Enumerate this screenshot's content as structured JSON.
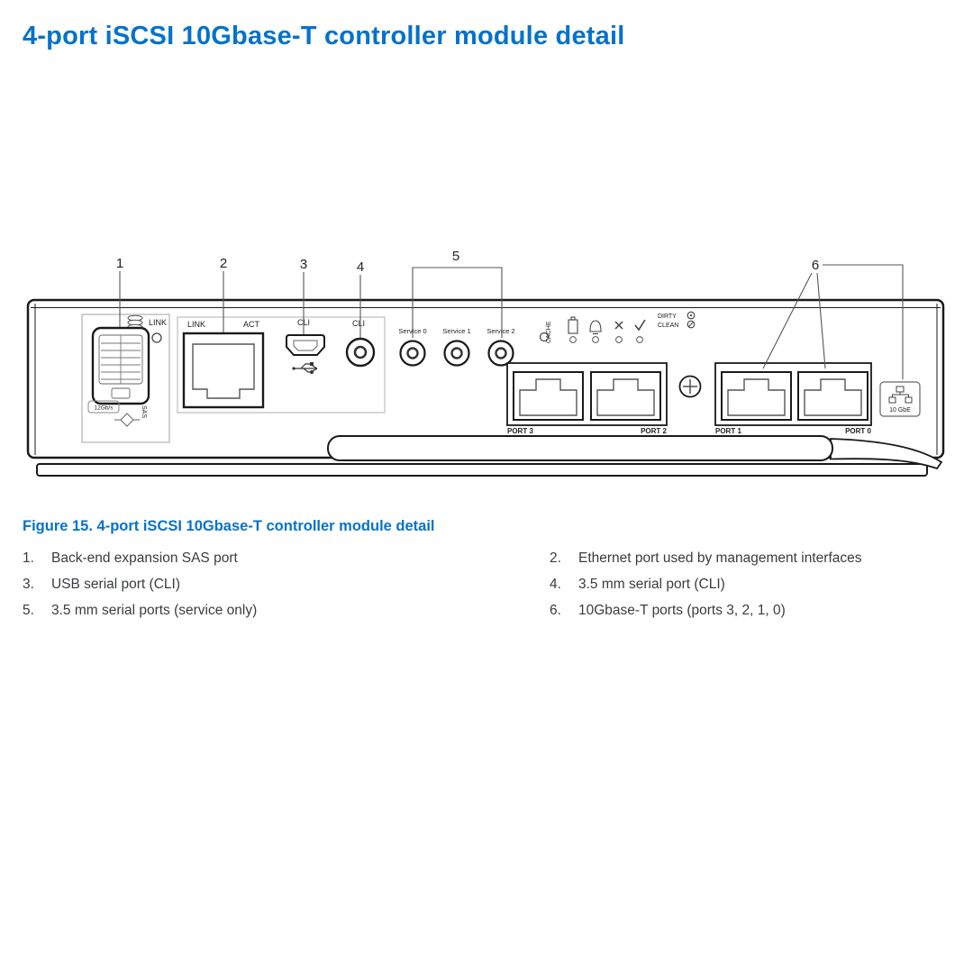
{
  "colors": {
    "accent": "#0672CB",
    "line": "#1a1a1a"
  },
  "page": {
    "title": "4-port iSCSI 10Gbase-T controller module detail"
  },
  "figure": {
    "caption": "Figure 15. 4-port iSCSI 10Gbase-T controller module detail"
  },
  "diagram": {
    "callouts": [
      "1",
      "2",
      "3",
      "4",
      "5",
      "6"
    ],
    "labels": {
      "sas_link": "LINK",
      "sas_speed": "12Gb/s",
      "sas_text": "SAS",
      "eth_link": "LINK",
      "eth_act": "ACT",
      "usb_cli": "CLI",
      "serial_cli": "CLI",
      "service_ports": [
        "Service 0",
        "Service 1",
        "Service 2"
      ],
      "cache": "CACHE",
      "dirty": "DIRTY",
      "clean": "CLEAN",
      "ports": [
        "PORT 3",
        "PORT 2",
        "PORT 1",
        "PORT 0"
      ],
      "speed_badge": "10 GbE"
    }
  },
  "legend": {
    "items": [
      {
        "num": "1.",
        "text": "Back-end expansion SAS port"
      },
      {
        "num": "2.",
        "text": "Ethernet port used by management interfaces"
      },
      {
        "num": "3.",
        "text": "USB serial port (CLI)"
      },
      {
        "num": "4.",
        "text": "3.5 mm serial port (CLI)"
      },
      {
        "num": "5.",
        "text": "3.5 mm serial ports (service only)"
      },
      {
        "num": "6.",
        "text": "10Gbase-T ports (ports 3, 2, 1, 0)"
      }
    ]
  }
}
